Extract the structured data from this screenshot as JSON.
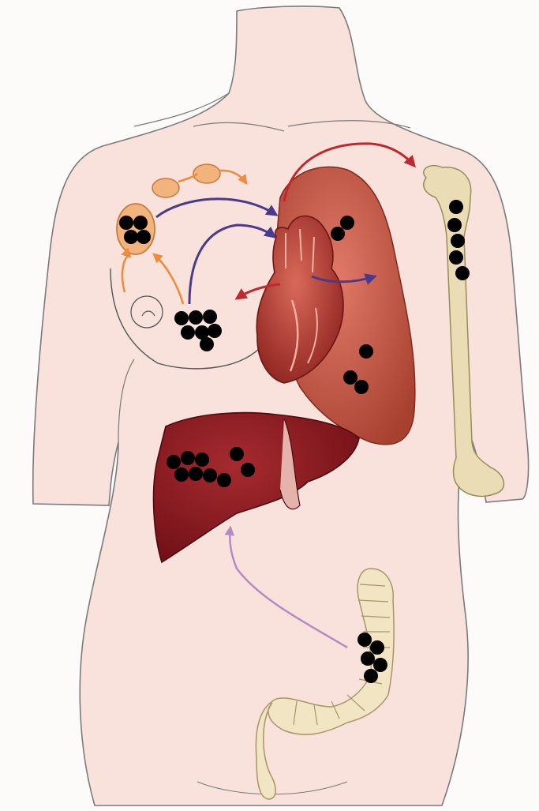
{
  "diagram": {
    "subject": "metastasis-sites",
    "colors": {
      "skin": "#f9e1dc",
      "outline": "#7b7b7b",
      "lung": "#c8584b",
      "heart": "#a8362f",
      "liver": "#8b1a1f",
      "bone": "#eadcb4",
      "colon": "#f1e5c3",
      "lymph_node": "#f2b37c",
      "tumor_cell": "#a9cfa3",
      "tumor_cell_outline": "#2f5d3a",
      "arrow_lymph": "#f08a3c",
      "arrow_venous": "#4b3a8c",
      "arrow_arterial": "#c0282d",
      "arrow_portal": "#b48ac2"
    },
    "organs": [
      {
        "name": "breast",
        "icon": "breast-outline-icon"
      },
      {
        "name": "lymph-nodes",
        "icon": "lymph-node-icon"
      },
      {
        "name": "heart",
        "icon": "heart-icon"
      },
      {
        "name": "lungs",
        "icon": "lung-icon"
      },
      {
        "name": "bone",
        "icon": "femur-bone-icon"
      },
      {
        "name": "liver",
        "icon": "liver-icon"
      },
      {
        "name": "colon",
        "icon": "colon-icon"
      }
    ],
    "arrows": [
      {
        "from": "breast-tumor",
        "to": "lymph-nodes",
        "color": "arrow_lymph"
      },
      {
        "from": "lymph-node-cluster",
        "to": "heart",
        "color": "arrow_venous"
      },
      {
        "from": "breast-tumor",
        "to": "heart",
        "color": "arrow_venous"
      },
      {
        "from": "heart",
        "to": "lungs",
        "color": "arrow_venous"
      },
      {
        "from": "heart",
        "to": "bone",
        "color": "arrow_arterial"
      },
      {
        "from": "heart",
        "to": "systemic",
        "color": "arrow_arterial"
      },
      {
        "from": "colon",
        "to": "liver",
        "color": "arrow_portal"
      }
    ]
  }
}
